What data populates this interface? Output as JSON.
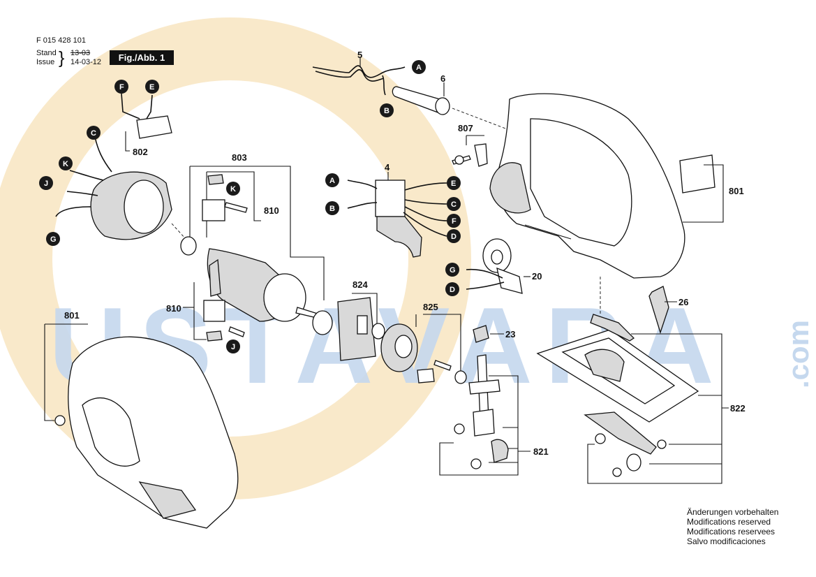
{
  "header": {
    "doc_number": "F 015 428 101",
    "stand_label": "Stand",
    "issue_label": "Issue",
    "stand_date": "13-03",
    "issue_date": "14-03-12",
    "figure_label": "Fig./Abb. 1"
  },
  "watermark": {
    "main": "USTAVARA",
    "suffix": ".com",
    "color_orange": "#f7dfb0",
    "color_blue": "#bcd2ea"
  },
  "connector_markers": [
    "A",
    "B",
    "C",
    "D",
    "E",
    "F",
    "G",
    "J",
    "K"
  ],
  "part_numbers": [
    "5",
    "6",
    "807",
    "4",
    "801",
    "802",
    "803",
    "810",
    "824",
    "825",
    "20",
    "26",
    "23",
    "822",
    "821"
  ],
  "notes": [
    "Änderungen vorbehalten",
    "Modifications reserved",
    "Modifications reservees",
    "Salvo modificaciones"
  ],
  "colors": {
    "ink": "#111111",
    "marker": "#1a1a1a",
    "grey_part": "#d9d9d9"
  }
}
